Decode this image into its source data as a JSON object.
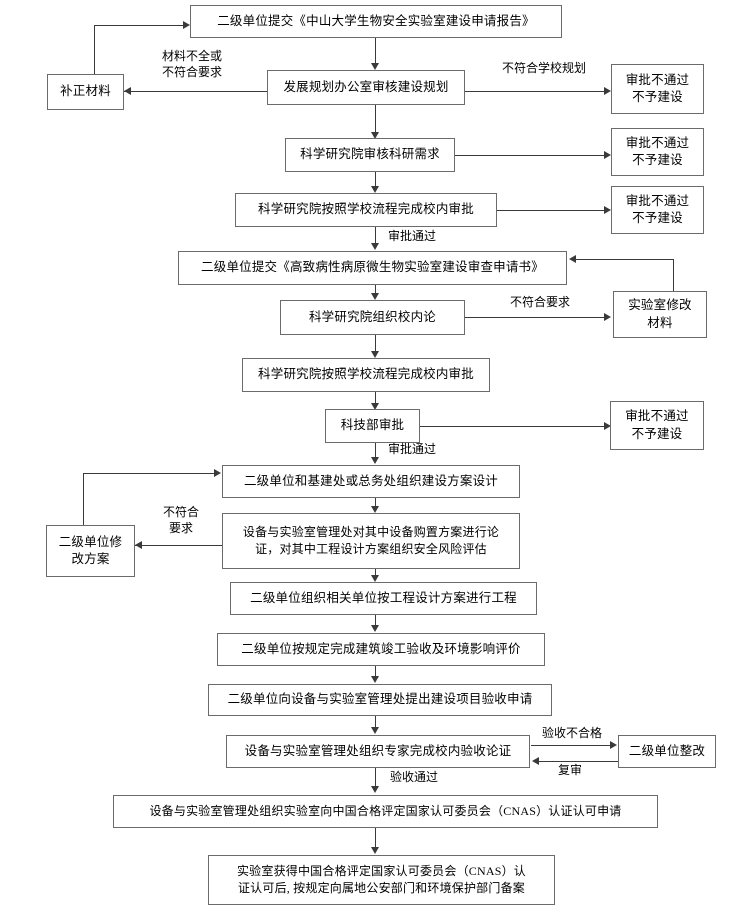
{
  "diagram": {
    "title_present": false,
    "colors": {
      "box_border": "#6b6b6b",
      "line": "#3a3a3a",
      "background": "#ffffff",
      "text": "#000000"
    },
    "nodes": [
      {
        "id": "n1",
        "label": "二级单位提交《中山大学生物安全实验室建设申请报告》"
      },
      {
        "id": "n2",
        "label": "补正材料"
      },
      {
        "id": "n3",
        "label": "发展规划办公室审核建设规划"
      },
      {
        "id": "n4",
        "label": "审批不通过\n不予建设"
      },
      {
        "id": "n5",
        "label": "科学研究院审核科研需求"
      },
      {
        "id": "n6",
        "label": "审批不通过\n不予建设"
      },
      {
        "id": "n7",
        "label": "科学研究院按照学校流程完成校内审批"
      },
      {
        "id": "n8",
        "label": "审批不通过\n不予建设"
      },
      {
        "id": "n9",
        "label": "二级单位提交《高致病性病原微生物实验室建设审查申请书》"
      },
      {
        "id": "n10",
        "label": "科学研究院组织校内论"
      },
      {
        "id": "n11",
        "label": "实验室修改\n材料"
      },
      {
        "id": "n12",
        "label": "科学研究院按照学校流程完成校内审批"
      },
      {
        "id": "n13",
        "label": "科技部审批"
      },
      {
        "id": "n14",
        "label": "审批不通过\n不予建设"
      },
      {
        "id": "n15",
        "label": "二级单位和基建处或总务处组织建设方案设计"
      },
      {
        "id": "n16",
        "label": "二级单位修\n改方案"
      },
      {
        "id": "n17",
        "label": "设备与实验室管理处对其中设备购置方案进行论\n证，对其中工程设计方案组织安全风险评估"
      },
      {
        "id": "n18",
        "label": "二级单位组织相关单位按工程设计方案进行工程"
      },
      {
        "id": "n19",
        "label": "二级单位按规定完成建筑竣工验收及环境影响评价"
      },
      {
        "id": "n20",
        "label": "二级单位向设备与实验室管理处提出建设项目验收申请"
      },
      {
        "id": "n21",
        "label": "设备与实验室管理处组织专家完成校内验收论证"
      },
      {
        "id": "n22",
        "label": "二级单位整改"
      },
      {
        "id": "n23",
        "label": "设备与实验室管理处组织实验室向中国合格评定国家认可委员会（CNAS）认证认可申请"
      },
      {
        "id": "n24",
        "label": "实验室获得中国合格评定国家认可委员会（CNAS）认\n证认可后, 按规定向属地公安部门和环境保护部门备案"
      }
    ],
    "edge_labels": [
      {
        "id": "e1",
        "label": "材料不全或\n不符合要求"
      },
      {
        "id": "e2",
        "label": "不符合学校规划"
      },
      {
        "id": "e3",
        "label": "审批通过"
      },
      {
        "id": "e4",
        "label": "不符合要求"
      },
      {
        "id": "e5",
        "label": "审批通过"
      },
      {
        "id": "e6",
        "label": "不符合\n要求"
      },
      {
        "id": "e7",
        "label": "验收不合格"
      },
      {
        "id": "e8",
        "label": "复审"
      },
      {
        "id": "e9",
        "label": "验收通过"
      }
    ]
  }
}
